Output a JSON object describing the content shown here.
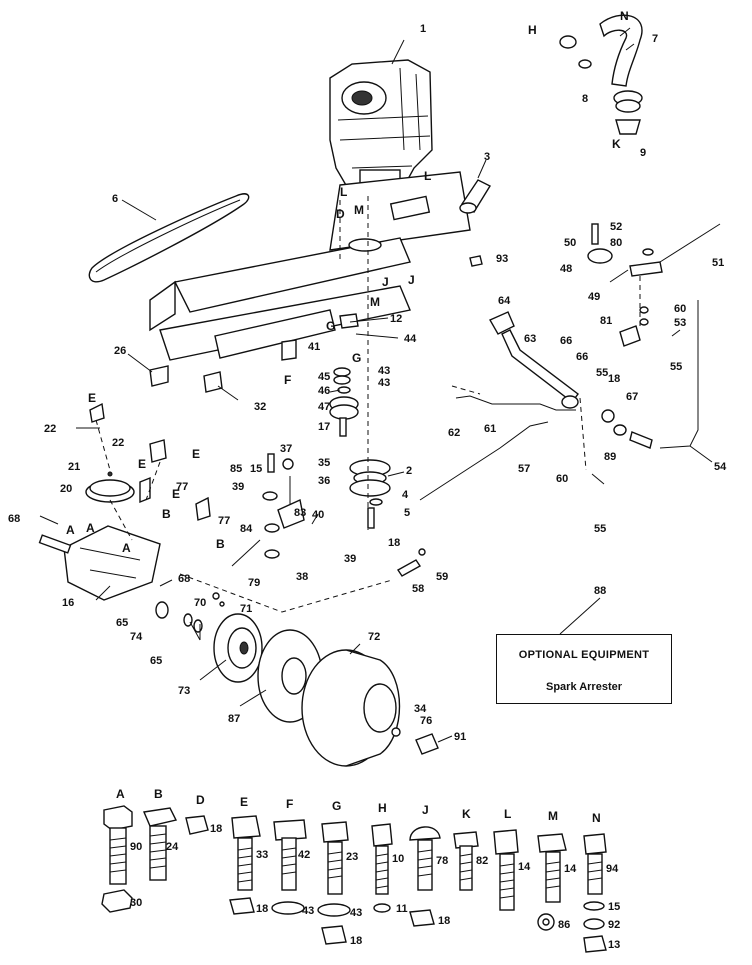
{
  "callouts": {
    "c1": "1",
    "c3": "3",
    "c6": "6",
    "c7": "7",
    "c8": "8",
    "c9": "9",
    "c2": "2",
    "c4": "4",
    "c5": "5",
    "c12": "12",
    "c44": "44",
    "c41": "41",
    "c43a": "43",
    "c43b": "43",
    "c45": "45",
    "c46": "46",
    "c47": "47",
    "c17": "17",
    "c26": "26",
    "c32": "32",
    "c22a": "22",
    "c22b": "22",
    "c21": "21",
    "c20": "20",
    "c77a": "77",
    "c77b": "77",
    "c68a": "68",
    "c68b": "68",
    "c16": "16",
    "c70": "70",
    "c71": "71",
    "c65a": "65",
    "c65b": "65",
    "c74": "74",
    "c73": "73",
    "c87": "87",
    "c72": "72",
    "c34": "34",
    "c76": "76",
    "c91": "91",
    "c85": "85",
    "c15": "15",
    "c37": "37",
    "c35": "35",
    "c36": "36",
    "c39a": "39",
    "c39b": "39",
    "c83": "83",
    "c84": "84",
    "c40": "40",
    "c79": "79",
    "c38": "38",
    "c18a": "18",
    "c18b": "18",
    "c58": "58",
    "c59": "59",
    "c88": "88",
    "c50": "50",
    "c52": "52",
    "c80": "80",
    "c48": "48",
    "c51": "51",
    "c49": "49",
    "c60a": "60",
    "c60b": "60",
    "c53": "53",
    "c81": "81",
    "c55a": "55",
    "c55b": "55",
    "c55c": "55",
    "c64": "64",
    "c63": "63",
    "c66a": "66",
    "c66b": "66",
    "c62": "62",
    "c61": "61",
    "c67": "67",
    "c89": "89",
    "c57": "57",
    "c54": "54",
    "c93": "93"
  },
  "letters": {
    "H": "H",
    "N": "N",
    "K": "K",
    "L1": "L",
    "L2": "L",
    "M1": "M",
    "M2": "M",
    "D": "D",
    "J1": "J",
    "J2": "J",
    "G1": "G",
    "G2": "G",
    "F": "F",
    "E1": "E",
    "E2": "E",
    "E3": "E",
    "E4": "E",
    "A1": "A",
    "A2": "A",
    "A3": "A",
    "B1": "B",
    "B2": "B"
  },
  "optional_equipment": {
    "title": "OPTIONAL EQUIPMENT",
    "item": "Spark Arrester"
  },
  "hardware_key": [
    {
      "letter": "A",
      "bolt": "90",
      "nut": "30"
    },
    {
      "letter": "B",
      "bolt": "24",
      "nut": ""
    },
    {
      "letter": "D",
      "bolt": "18",
      "nut": ""
    },
    {
      "letter": "E",
      "bolt": "33",
      "nut": "18"
    },
    {
      "letter": "F",
      "bolt": "42",
      "nut": "43"
    },
    {
      "letter": "G",
      "bolt": "23",
      "nut": "43"
    },
    {
      "letter": "H",
      "bolt": "10",
      "nut": "11"
    },
    {
      "letter": "J",
      "bolt": "78",
      "nut": "18"
    },
    {
      "letter": "K",
      "bolt": "82",
      "nut": ""
    },
    {
      "letter": "L",
      "bolt": "14",
      "nut": ""
    },
    {
      "letter": "M",
      "bolt": "14",
      "nut": "86"
    },
    {
      "letter": "N",
      "bolt": "94",
      "nut": "15"
    }
  ],
  "hardware_extra": {
    "under_fg": "18",
    "n_mid": "92",
    "n_bottom": "13"
  }
}
